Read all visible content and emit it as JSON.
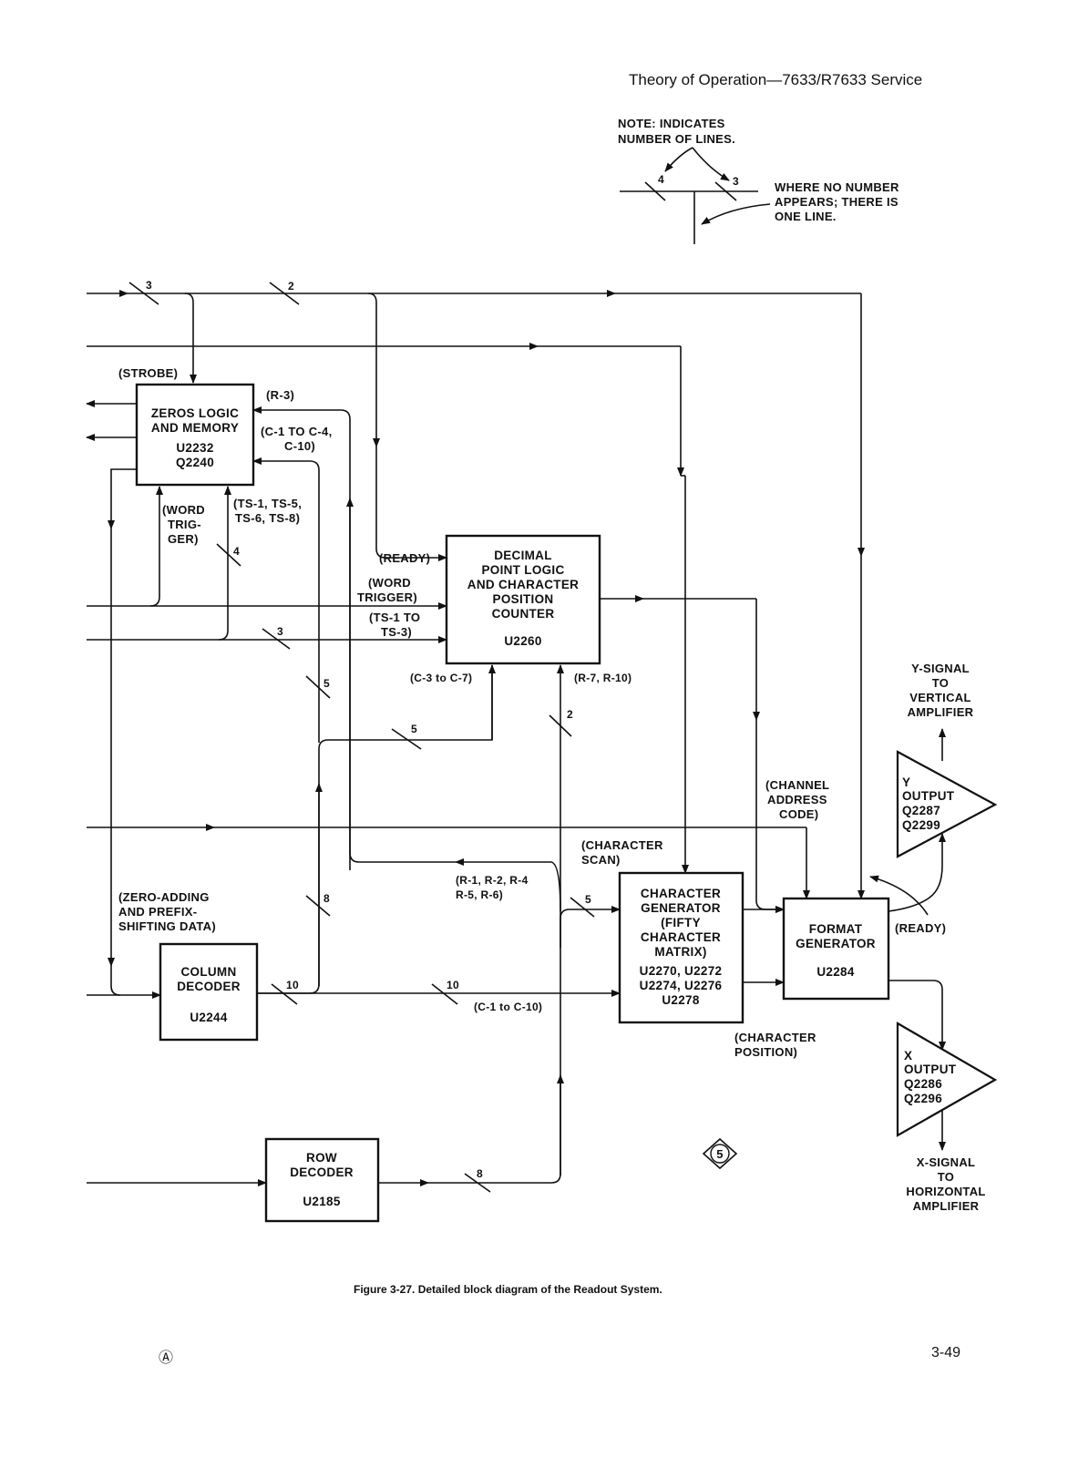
{
  "header": {
    "title": "Theory of Operation—7633/R7633 Service"
  },
  "note": {
    "lines": [
      "NOTE: INDICATES",
      "NUMBER OF LINES."
    ],
    "example_counts": [
      "4",
      "3"
    ],
    "single_line": [
      "WHERE NO NUMBER",
      "APPEARS; THERE IS",
      "ONE LINE."
    ]
  },
  "blocks": {
    "zeros": {
      "lines": [
        "ZEROS LOGIC",
        "AND MEMORY",
        "U2232",
        "Q2240"
      ]
    },
    "decimal": {
      "lines": [
        "DECIMAL",
        "POINT LOGIC",
        "AND CHARACTER",
        "POSITION",
        "COUNTER",
        "U2260"
      ]
    },
    "chargen": {
      "lines": [
        "CHARACTER",
        "GENERATOR",
        "(FIFTY",
        "CHARACTER",
        "MATRIX)",
        "U2270, U2272",
        "U2274, U2276",
        "U2278"
      ]
    },
    "format": {
      "lines": [
        "FORMAT",
        "GENERATOR",
        "U2284"
      ]
    },
    "column": {
      "lines": [
        "COLUMN",
        "DECODER",
        "U2244"
      ]
    },
    "row": {
      "lines": [
        "ROW",
        "DECODER",
        "U2185"
      ]
    },
    "y_output": {
      "lines": [
        "Y",
        "OUTPUT",
        "Q2287",
        "Q2299"
      ]
    },
    "x_output": {
      "lines": [
        "X",
        "OUTPUT",
        "Q2286",
        "Q2296"
      ]
    }
  },
  "signals": {
    "strobe": "(STROBE)",
    "r3": "(R-3)",
    "c1_c4": [
      "(C-1 TO C-4,",
      "C-10)"
    ],
    "word_trigger_zeros": [
      "(WORD",
      "TRIG-",
      "GER)"
    ],
    "ts_group": [
      "(TS-1, TS-5,",
      "TS-6, TS-8)"
    ],
    "ready_in": "(READY)",
    "word_trigger_dp": [
      "(WORD",
      "TRIGGER)"
    ],
    "ts1_ts3": [
      "(TS-1 TO",
      "TS-3)"
    ],
    "c3_c7": "(C-3 to C-7)",
    "r7_r10": "(R-7, R-10)",
    "y_signal": [
      "Y-SIGNAL",
      "TO",
      "VERTICAL",
      "AMPLIFIER"
    ],
    "channel_address": [
      "(CHANNEL",
      "ADDRESS",
      "CODE)"
    ],
    "character_scan": [
      "(CHARACTER",
      "SCAN)"
    ],
    "r_group": [
      "(R-1, R-2, R-4",
      "R-5, R-6)"
    ],
    "zero_adding": [
      "(ZERO-ADDING",
      "AND PREFIX-",
      "SHIFTING DATA)"
    ],
    "ready_out": "(READY)",
    "c1_c10": "(C-1 to C-10)",
    "character_position": [
      "(CHARACTER",
      "POSITION)"
    ],
    "x_signal": [
      "X-SIGNAL",
      "TO",
      "HORIZONTAL",
      "AMPLIFIER"
    ]
  },
  "line_counts": {
    "top_in": "3",
    "top_mid": "2",
    "zeros_down": "4",
    "ts_in": "3",
    "c_vert": "5",
    "c_horiz": "5",
    "r_vert": "2",
    "col_vert": "8",
    "col_out": "10",
    "col_out2": "10",
    "chargen_in": "5",
    "row_out": "8"
  },
  "diagram_number": "5",
  "caption": "Figure 3-27.  Detailed block diagram of the Readout System.",
  "footer": {
    "mark": "Ⓐ",
    "page": "3-49"
  }
}
